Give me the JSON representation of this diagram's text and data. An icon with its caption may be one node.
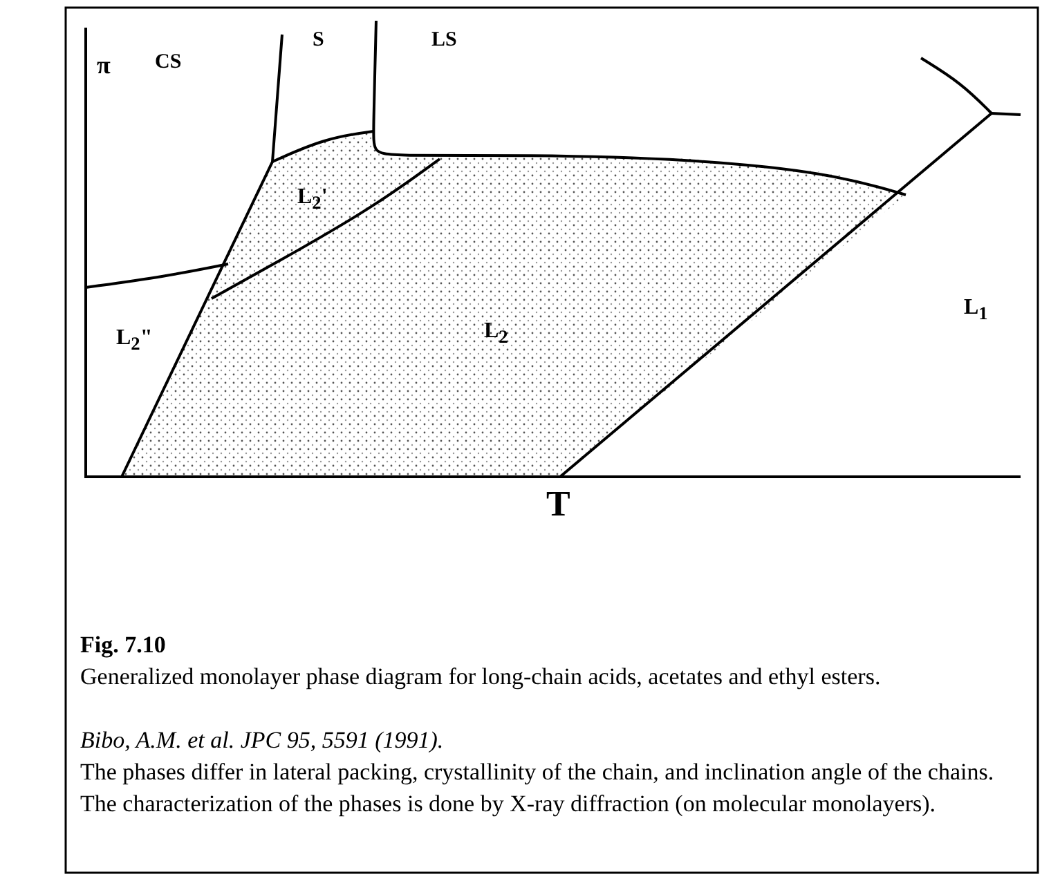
{
  "diagram": {
    "title": "Fig. 7.10",
    "caption": "Generalized monolayer phase diagram for long-chain acids, acetates and ethyl esters.",
    "labels": [
      "π",
      "CS",
      "S",
      "LS",
      "L$_{2}$'",
      "L$_{2}$\"",
      "L$_{2}$",
      "L$_{1}$",
      "T",
      "Bibo, A.M. et al. JPC 95, 5591 (1991).",
      "The phases differ in lateral packing, crystallinity of the chain, and inclination angle of the chains.  The characterization of the phases is done by X-ray diffraction (on molecular monolayers)."
    ]
  }
}
